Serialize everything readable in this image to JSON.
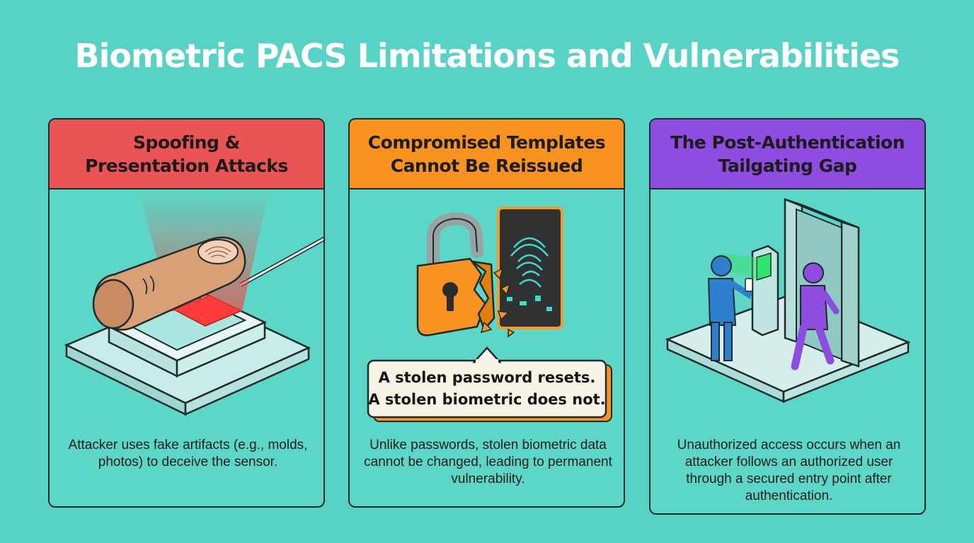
{
  "title": "Biometric PACS Limitations and Vulnerabilities",
  "cards": [
    {
      "heading": "Spoofing &\nPresentation Attacks",
      "description": "Attacker uses fake artifacts (e.g., molds, photos) to deceive the sensor.",
      "illustration": "finger-on-fingerprint-sensor"
    },
    {
      "heading": "Compromised Templates\nCannot Be Reissued",
      "description": "Unlike passwords, stolen biometric data cannot be changed, leading to permanent vulnerability.",
      "illustration": "broken-padlock-and-fingerprint-template",
      "callout": {
        "line1": "A stolen password resets.",
        "line2": "A stolen biometric does not."
      }
    },
    {
      "heading": "The Post-Authentication\nTailgating Gap",
      "description": "Unauthorized access occurs when an attacker follows an authorized user through a secured entry point after authentication.",
      "illustration": "tailgating-through-secured-door"
    }
  ],
  "colors": {
    "background": "#56d3c4",
    "card_1_header": "#ea5455",
    "card_2_header": "#f7931e",
    "card_3_header": "#8e4de0",
    "authorized_user": "#2f7fd1",
    "tailgater": "#8e4de0"
  }
}
